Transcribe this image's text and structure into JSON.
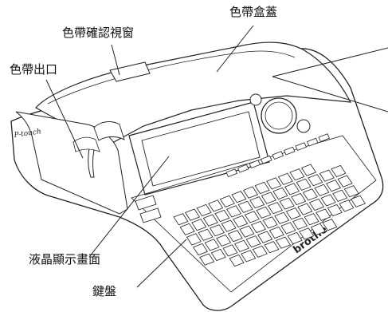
{
  "labels": {
    "tape_cover": "色帶盒蓋",
    "tape_window": "色帶確認視窗",
    "tape_exit": "色帶出口",
    "lcd": "液晶顯示畫面",
    "keyboard": "鍵盤"
  },
  "brand": {
    "front_logo": "brother",
    "side_logo": "P-touch"
  }
}
